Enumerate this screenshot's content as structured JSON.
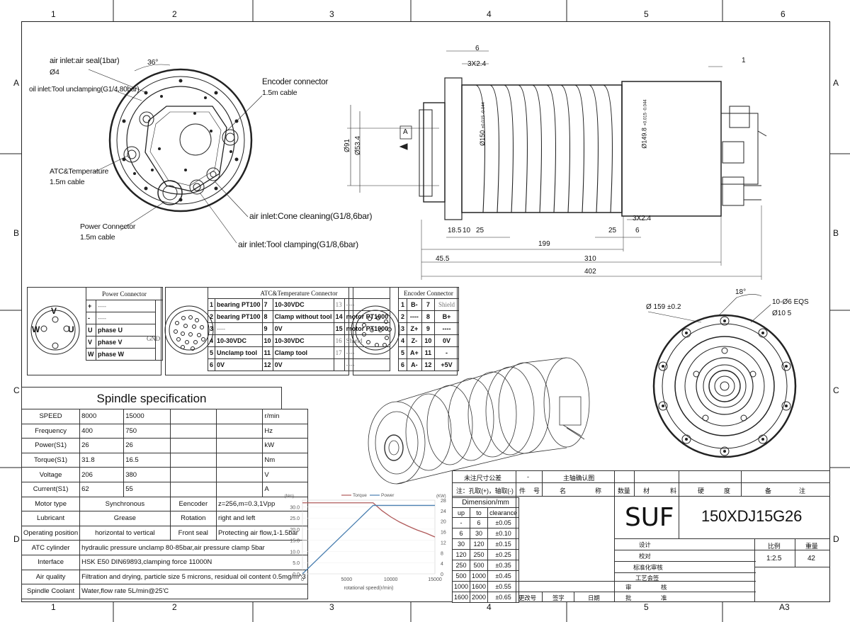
{
  "zones": {
    "cols": [
      "1",
      "2",
      "3",
      "4",
      "5",
      "6"
    ],
    "rows": [
      "A",
      "B",
      "C",
      "D"
    ]
  },
  "top_view": {
    "air_seal": "air inlet:air seal(1bar)",
    "phi4": "Ø4",
    "angle36": "36°",
    "oil_inlet": "oil inlet:Tool unclamping(G1/4,80bar)",
    "encoder": "Encoder connector",
    "encoder_cable": "1.5m cable",
    "atc_temp": "ATC&Temperature",
    "atc_cable": "1.5m cable",
    "power_conn": "Power Connector",
    "power_cable": "1.5m cable",
    "cone_clean": "air inlet:Cone cleaning(G1/8,6bar)",
    "tool_clamp": "air inlet:Tool clamping(G1/8,6bar)"
  },
  "side_view": {
    "d6": "6",
    "d3x24_top": "3X2.4",
    "d1": "1",
    "datum": "A",
    "phi91": "Ø91",
    "phi53": "Ø53.4",
    "phi150": "Ø150",
    "phi150_tol": "+0.015 -0.044",
    "phi149": "Ø149.8",
    "phi149_tol": "+0.015 -0.044",
    "d3x24_bot": "3X2.4",
    "d18_5": "18.5",
    "d10": "10",
    "d25a": "25",
    "d25b": "25",
    "d6b": "6",
    "d199": "199",
    "d45_5": "45.5",
    "d310": "310",
    "d402": "402"
  },
  "power_connector": {
    "title": "Power Connector",
    "pins": [
      "V",
      "W",
      "U"
    ],
    "rows": [
      {
        "pin": "+",
        "name": "----"
      },
      {
        "pin": "-",
        "name": "----"
      },
      {
        "pin": "U",
        "name": "phase U"
      },
      {
        "pin": "V",
        "name": "phase V"
      },
      {
        "pin": "W",
        "name": "phase W"
      }
    ],
    "gnd": "GND"
  },
  "atc_connector": {
    "title": "ATC&Temperature Connector",
    "rows": [
      [
        "1",
        "bearing PT100",
        "7",
        "10-30VDC",
        "13",
        "----"
      ],
      [
        "2",
        "bearing PT100",
        "8",
        "Clamp without tool",
        "14",
        "motor PT1000"
      ],
      [
        "3",
        "----",
        "9",
        "0V",
        "15",
        "motor PT1000"
      ],
      [
        "4",
        "10-30VDC",
        "10",
        "10-30VDC",
        "16",
        "Shield"
      ],
      [
        "5",
        "Unclamp tool",
        "11",
        "Clamp tool",
        "17",
        "----"
      ],
      [
        "6",
        "0V",
        "12",
        "0V",
        "",
        "----"
      ]
    ]
  },
  "encoder_connector": {
    "title": "Encoder Connector",
    "rows": [
      [
        "1",
        "B-",
        "7",
        "Shield"
      ],
      [
        "2",
        "----",
        "8",
        "B+"
      ],
      [
        "3",
        "Z+",
        "9",
        "----"
      ],
      [
        "4",
        "Z-",
        "10",
        "0V"
      ],
      [
        "5",
        "A+",
        "11",
        "-"
      ],
      [
        "6",
        "A-",
        "12",
        "+5V"
      ]
    ]
  },
  "front_view": {
    "angle18": "18°",
    "phi159": "Ø 159 ±0.2",
    "holes": "10-Ø6 EQS",
    "depth": "Ø10 5"
  },
  "spec": {
    "title": "Spindle specification",
    "rows": [
      {
        "label": "SPEED",
        "v1": "8000",
        "v2": "15000",
        "unit": "r/min"
      },
      {
        "label": "Frequency",
        "v1": "400",
        "v2": "750",
        "unit": "Hz"
      },
      {
        "label": "Power(S1)",
        "v1": "26",
        "v2": "26",
        "unit": "kW"
      },
      {
        "label": "Torque(S1)",
        "v1": "31.8",
        "v2": "16.5",
        "unit": "Nm"
      },
      {
        "label": "Voltage",
        "v1": "206",
        "v2": "380",
        "unit": "V"
      },
      {
        "label": "Current(S1)",
        "v1": "62",
        "v2": "55",
        "unit": "A"
      }
    ],
    "motor_type_l": "Motor type",
    "motor_type": "Synchronous",
    "encoder_l": "Eencoder",
    "encoder": "z=256,m=0.3,1Vpp",
    "lubricant_l": "Lubricant",
    "lubricant": "Grease",
    "rotation_l": "Rotation",
    "rotation": "right and left",
    "op_pos_l": "Operating position",
    "op_pos": "horizontal to vertical",
    "front_seal_l": "Front seal",
    "front_seal": "Protecting air flow,1-1.5bar",
    "atc_l": "ATC cylinder",
    "atc": "hydraulic pressure unclamp 80-85bar,air pressure clamp 5bar",
    "interface_l": "Interface",
    "interface": "HSK E50 DIN69893,clamping force 11000N",
    "air_l": "Air quality",
    "air": "Filtration and drying, particle size 5 microns, residual oil content 0.5mg/m^3",
    "coolant_l": "Spindle Coolant",
    "coolant": "Water,flow rate 5L/min@25'C"
  },
  "chart_data": {
    "type": "line",
    "xlabel": "rotational speed(r/min)",
    "ylabel_left": "(Nm)",
    "ylabel_right": "(KW)",
    "x_ticks": [
      "0",
      "5000",
      "10000",
      "15000"
    ],
    "y_left_ticks": [
      "0.0",
      "5.0",
      "10.0",
      "15.0",
      "20.0",
      "25.0",
      "30.0"
    ],
    "y_right_ticks": [
      "0",
      "4",
      "8",
      "12",
      "16",
      "20",
      "24",
      "28"
    ],
    "xlim": [
      0,
      15000
    ],
    "ylim_left": [
      0,
      33
    ],
    "ylim_right": [
      0,
      28
    ],
    "series": [
      {
        "name": "Torque",
        "color": "#b05a5a",
        "x": [
          0,
          8000,
          9000,
          10000,
          11000,
          12000,
          13000,
          14000,
          15000
        ],
        "y": [
          31.8,
          31.8,
          28.3,
          25.5,
          23.2,
          21.3,
          19.6,
          18.2,
          16.5
        ]
      },
      {
        "name": "Power",
        "color": "#4a7fb0",
        "x": [
          0,
          8000,
          15000
        ],
        "y": [
          0,
          26,
          26
        ]
      }
    ]
  },
  "tolerance": {
    "title": "Dimension/mm",
    "head": [
      "up",
      "to",
      "clearance"
    ],
    "rows": [
      [
        "-",
        "6",
        "±0.05"
      ],
      [
        "6",
        "30",
        "±0.10"
      ],
      [
        "30",
        "120",
        "±0.15"
      ],
      [
        "120",
        "250",
        "±0.25"
      ],
      [
        "250",
        "500",
        "±0.35"
      ],
      [
        "500",
        "1000",
        "±0.45"
      ],
      [
        "1000",
        "1600",
        "±0.55"
      ],
      [
        "1600",
        "2000",
        "±0.65"
      ]
    ]
  },
  "title_block": {
    "untoleranced": "未注尺寸公差",
    "dash": "-",
    "spindle_drawing": "主轴确认图",
    "note": "注：孔取(+)，轴取(-)",
    "h_item": "件",
    "h_no": "号",
    "h_name": "名",
    "h_name2": "称",
    "h_qty": "数量",
    "h_mat": "材",
    "h_mat2": "料",
    "h_hard": "硬",
    "h_hard2": "度",
    "h_rem": "备",
    "h_rem2": "注",
    "brand": "SUF",
    "model": "150XDJ15G26",
    "design": "设计",
    "check": "校对",
    "std": "标准化审核",
    "proc": "工艺会签",
    "scale_l": "比例",
    "weight_l": "重量",
    "scale": "1:2.5",
    "weight": "42",
    "approve_l": "审",
    "approve_r": "核",
    "ratify_l": "批",
    "ratify_r": "准",
    "change_no": "更改号",
    "sign": "签字",
    "date": "日期",
    "sheet": "A3"
  }
}
